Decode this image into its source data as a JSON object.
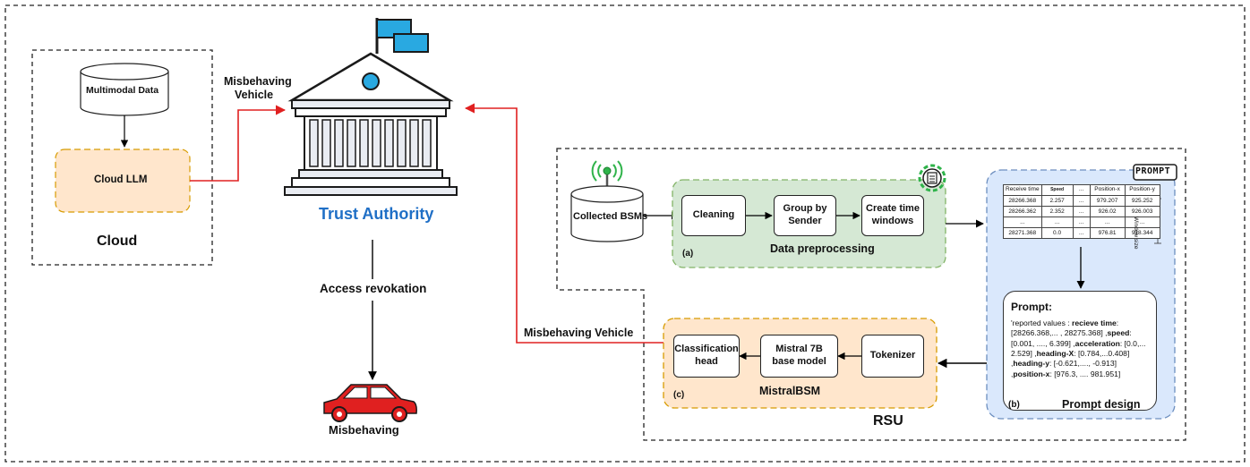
{
  "cloud": {
    "title": "Cloud",
    "database_label": "Multimodal Data",
    "llm_label": "Cloud LLM"
  },
  "trust_authority": {
    "label": "Trust Authority",
    "label_color": "#1f6fc6",
    "input_cloud_label_line1": "Misbehaving",
    "input_cloud_label_line2": "Vehicle",
    "input_rsu_label": "Misbehaving Vehicle",
    "revocation_label": "Access revokation",
    "car_label": "Misbehaving"
  },
  "rsu": {
    "title": "RSU",
    "source_label": "Collected BSMs",
    "preprocessing": {
      "tag": "(a)",
      "title": "Data preprocessing",
      "steps": [
        "Cleaning",
        "Group by Sender",
        "Create time windows"
      ]
    },
    "prompt_design": {
      "tag": "(b)",
      "title": "Prompt design",
      "badge": "PROMPT",
      "window_label": "Window size",
      "table": {
        "headers": [
          "Receive time",
          "Speed",
          "...",
          "Position-x",
          "Position-y"
        ],
        "rows": [
          [
            "28266.368",
            "2.257",
            "...",
            "979.207",
            "925.252"
          ],
          [
            "28266.362",
            "2.352",
            "...",
            "926.02",
            "926.003"
          ],
          [
            "...",
            "...",
            "...",
            "...",
            "..."
          ],
          [
            "28271.368",
            "0.0",
            "...",
            "976.81",
            "918.344"
          ]
        ]
      },
      "prompt_title": "Prompt:",
      "prompt_segments": [
        {
          "text": "'reported values : ",
          "bold": false
        },
        {
          "text": "recieve time",
          "bold": true
        },
        {
          "text": ": [28266.368,... , 28275.368] ,",
          "bold": false
        },
        {
          "text": "speed",
          "bold": true
        },
        {
          "text": ": [0.001, ...., 6.399] ,",
          "bold": false
        },
        {
          "text": "acceleration",
          "bold": true
        },
        {
          "text": ": [0.0,... 2.529] ,",
          "bold": false
        },
        {
          "text": "heading-X",
          "bold": true
        },
        {
          "text": ": [0.784,...0.408] ,",
          "bold": false
        },
        {
          "text": "heading-y",
          "bold": true
        },
        {
          "text": ": [-0.621,...., -0.913] ,",
          "bold": false
        },
        {
          "text": "position-x",
          "bold": true
        },
        {
          "text": ": [976.3, .... 981.951]",
          "bold": false
        }
      ]
    },
    "mistral": {
      "tag": "(c)",
      "title": "MistralBSM",
      "steps": [
        "Tokenizer",
        "Mistral 7B base model",
        "Classification head"
      ]
    }
  },
  "colors": {
    "arrow_red": "#e02020",
    "preprocessing_fill": "#d5e8d4",
    "preprocessing_border": "#82b366",
    "prompt_fill": "#dae8fc",
    "prompt_border": "#6c8ebf",
    "mistral_fill": "#ffe6cc",
    "mistral_border": "#d79b00",
    "llm_fill": "#ffe6cc",
    "car_red": "#e02020"
  }
}
